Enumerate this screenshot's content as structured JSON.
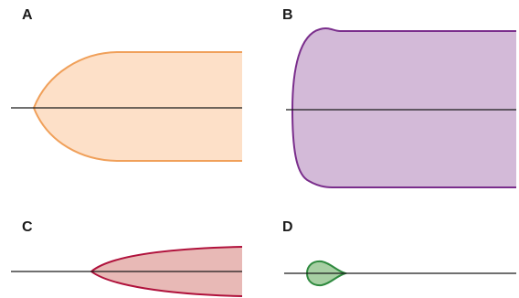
{
  "panels": [
    {
      "label": "A",
      "fill": "#fde0c8",
      "stroke": "#f0a05a"
    },
    {
      "label": "B",
      "fill": "#d3bad8",
      "stroke": "#7a2e8c"
    },
    {
      "label": "C",
      "fill": "#e8b9b6",
      "stroke": "#b0123c"
    },
    {
      "label": "D",
      "fill": "#a7cfa3",
      "stroke": "#2f8a3f"
    }
  ],
  "axis_color": "#1a1a1a"
}
